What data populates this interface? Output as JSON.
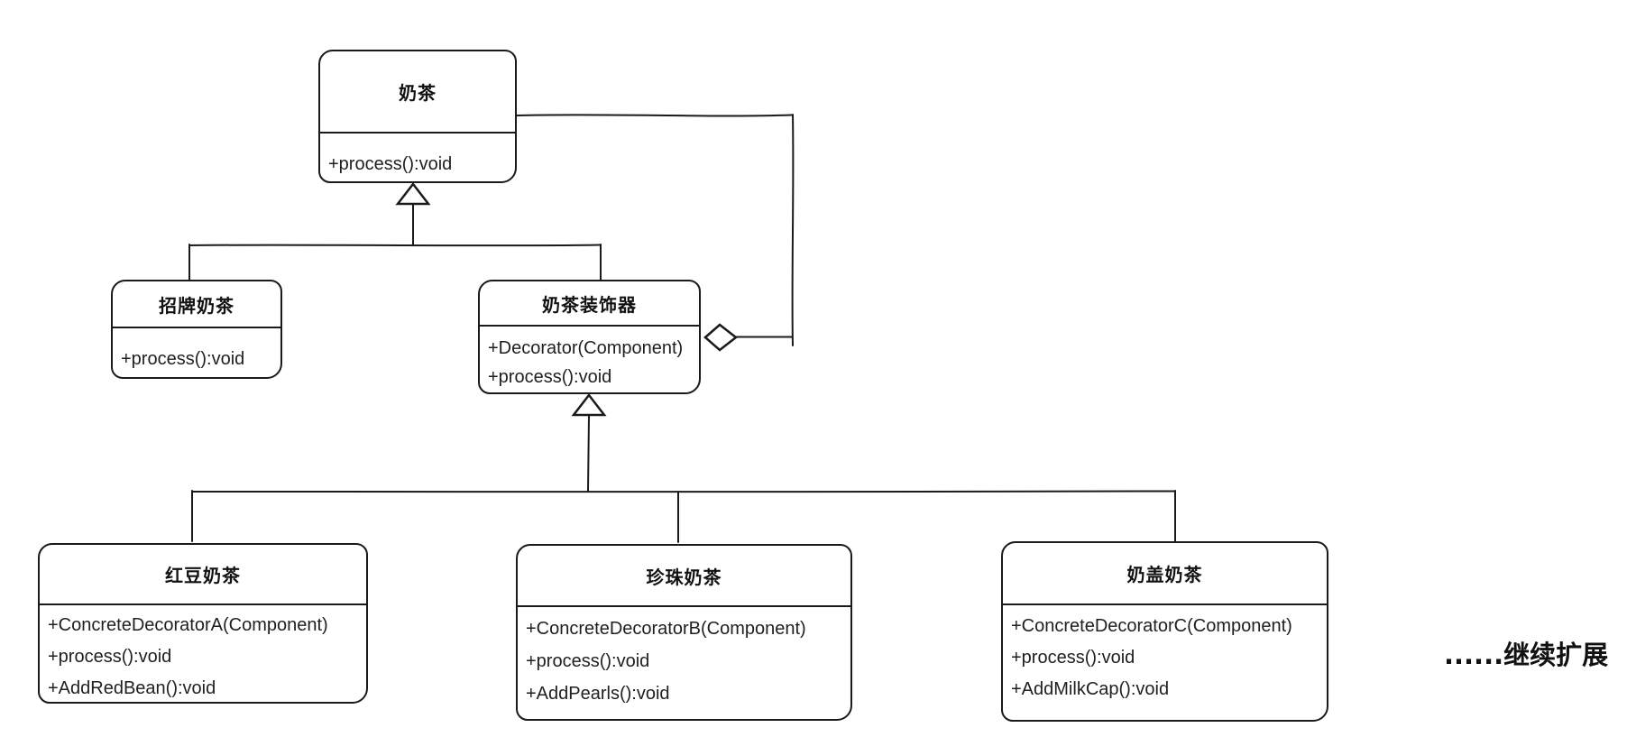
{
  "diagram": {
    "type": "uml-class-diagram",
    "classes": [
      {
        "id": "milk-tea",
        "name": "奶茶",
        "members": [
          "+process():void"
        ]
      },
      {
        "id": "signature-milk-tea",
        "name": "招牌奶茶",
        "members": [
          "+process():void"
        ]
      },
      {
        "id": "milk-tea-decorator",
        "name": "奶茶装饰器",
        "members": [
          "+Decorator(Component)",
          "+process():void"
        ]
      },
      {
        "id": "red-bean-milk-tea",
        "name": "红豆奶茶",
        "members": [
          "+ConcreteDecoratorA(Component)",
          "+process():void",
          "+AddRedBean():void"
        ]
      },
      {
        "id": "pearl-milk-tea",
        "name": "珍珠奶茶",
        "members": [
          "+ConcreteDecoratorB(Component)",
          "+process():void",
          "+AddPearls():void"
        ]
      },
      {
        "id": "milk-cap-milk-tea",
        "name": "奶盖奶茶",
        "members": [
          "+ConcreteDecoratorC(Component)",
          "+process():void",
          "+AddMilkCap():void"
        ]
      }
    ],
    "relations": [
      {
        "from": "招牌奶茶",
        "to": "奶茶",
        "type": "inheritance"
      },
      {
        "from": "奶茶装饰器",
        "to": "奶茶",
        "type": "inheritance"
      },
      {
        "from": "奶茶装饰器",
        "to": "奶茶",
        "type": "aggregation"
      },
      {
        "from": "红豆奶茶",
        "to": "奶茶装饰器",
        "type": "inheritance"
      },
      {
        "from": "珍珠奶茶",
        "to": "奶茶装饰器",
        "type": "inheritance"
      },
      {
        "from": "奶盖奶茶",
        "to": "奶茶装饰器",
        "type": "inheritance"
      }
    ],
    "annotation": "......继续扩展",
    "colors": {
      "stroke": "#1a1a1a",
      "background": "#ffffff",
      "text": "#1f1f1f"
    }
  }
}
